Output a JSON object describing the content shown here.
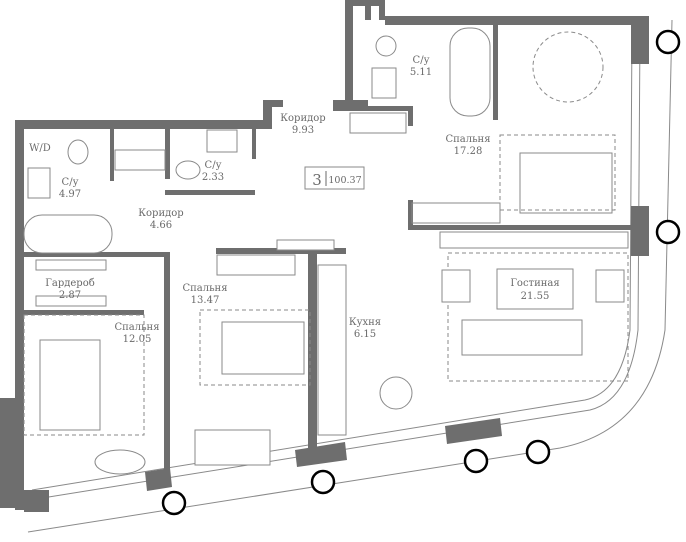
{
  "apartment": {
    "rooms_count": "3",
    "total_area": "100.37"
  },
  "rooms": {
    "wd": {
      "name": "W/D"
    },
    "bath1": {
      "name": "С/у",
      "area": "4.97"
    },
    "corridor1": {
      "name": "Коридор",
      "area": "4.66"
    },
    "bath2": {
      "name": "С/у",
      "area": "2.33"
    },
    "corridor2": {
      "name": "Коридор",
      "area": "9.93"
    },
    "bath3": {
      "name": "С/у",
      "area": "5.11"
    },
    "bedroom1": {
      "name": "Спальня",
      "area": "17.28"
    },
    "wardrobe": {
      "name": "Гардероб",
      "area": "2.87"
    },
    "bedroom2": {
      "name": "Спальня",
      "area": "13.47"
    },
    "bedroom3": {
      "name": "Спальня",
      "area": "12.05"
    },
    "kitchen": {
      "name": "Кухня",
      "area": "6.15"
    },
    "living": {
      "name": "Гостиная",
      "area": "21.55"
    }
  },
  "colors": {
    "wall": "#6e6e6e",
    "line": "#8a8a8a",
    "text": "#6a6a6a"
  }
}
